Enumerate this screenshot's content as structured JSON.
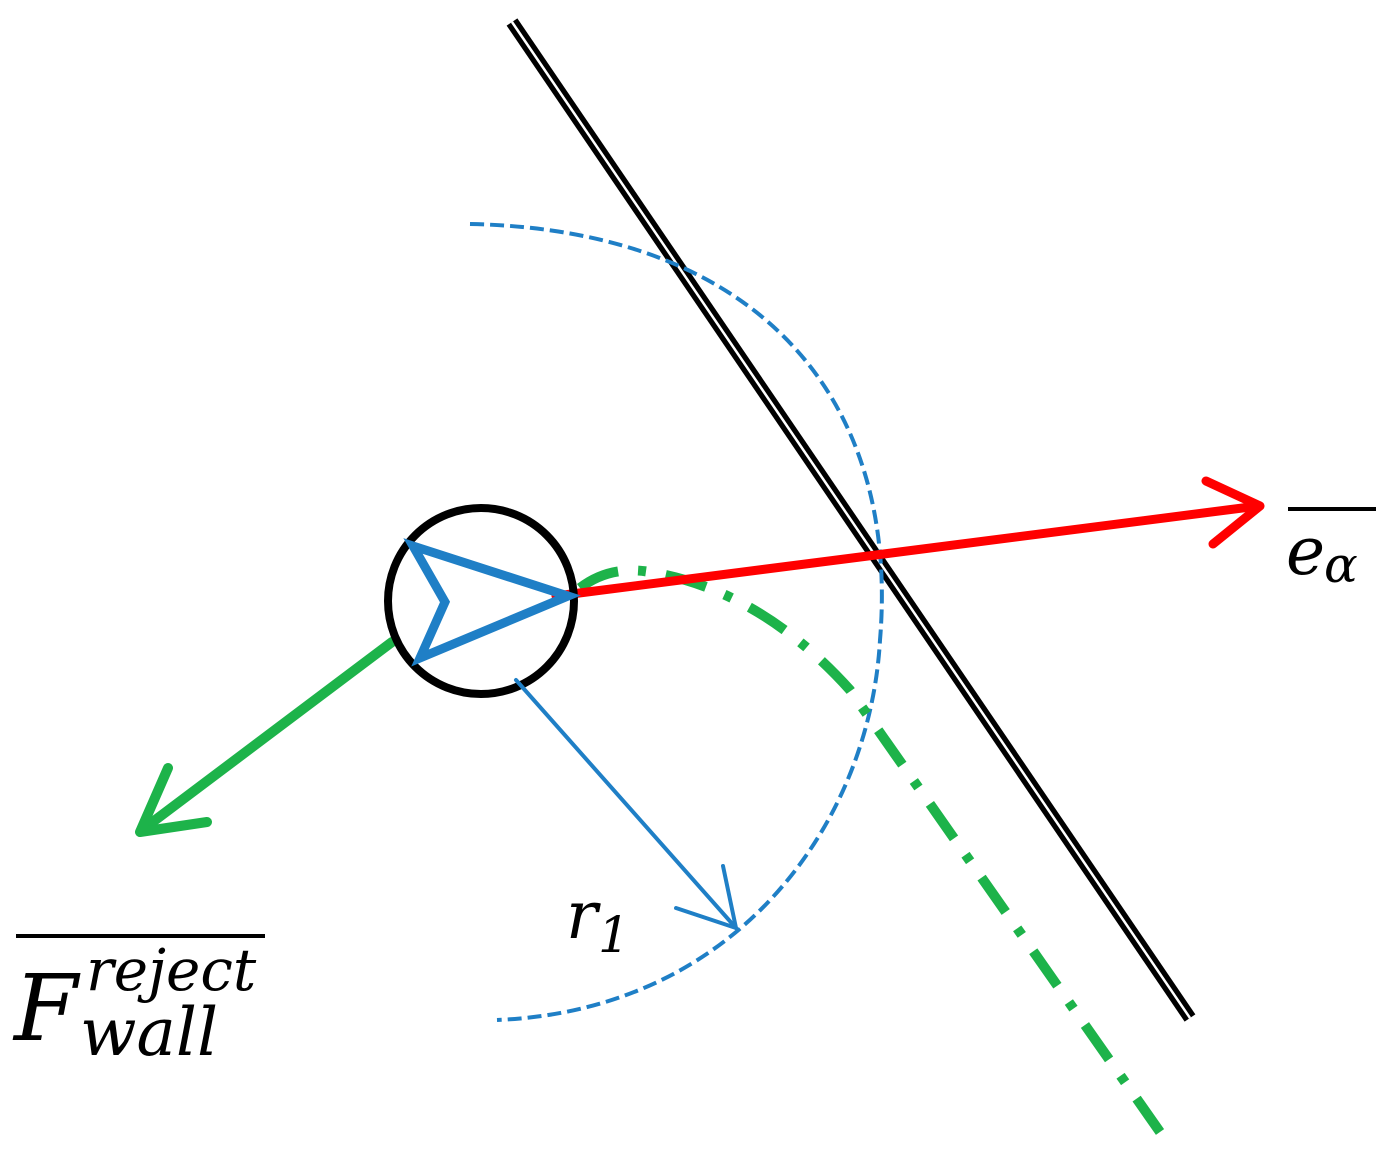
{
  "labels": {
    "force_main": "F",
    "force_sup": "reject",
    "force_sub": "wall",
    "direction_main": "e",
    "direction_sub": "α",
    "radius_main": "r",
    "radius_sub": "1"
  },
  "colors": {
    "wall": "#000000",
    "agent_circle": "#000000",
    "agent_arrowhead": "#1f7fc6",
    "radius_arc": "#1f7fc6",
    "radius_arrow": "#1f7fc6",
    "direction_arrow": "#ff0000",
    "reject_force_arrow": "#1db34a",
    "trajectory_path": "#1db34a",
    "text": "#000000"
  },
  "icons": {
    "agent_marker": "arrowhead-in-circle-icon"
  }
}
